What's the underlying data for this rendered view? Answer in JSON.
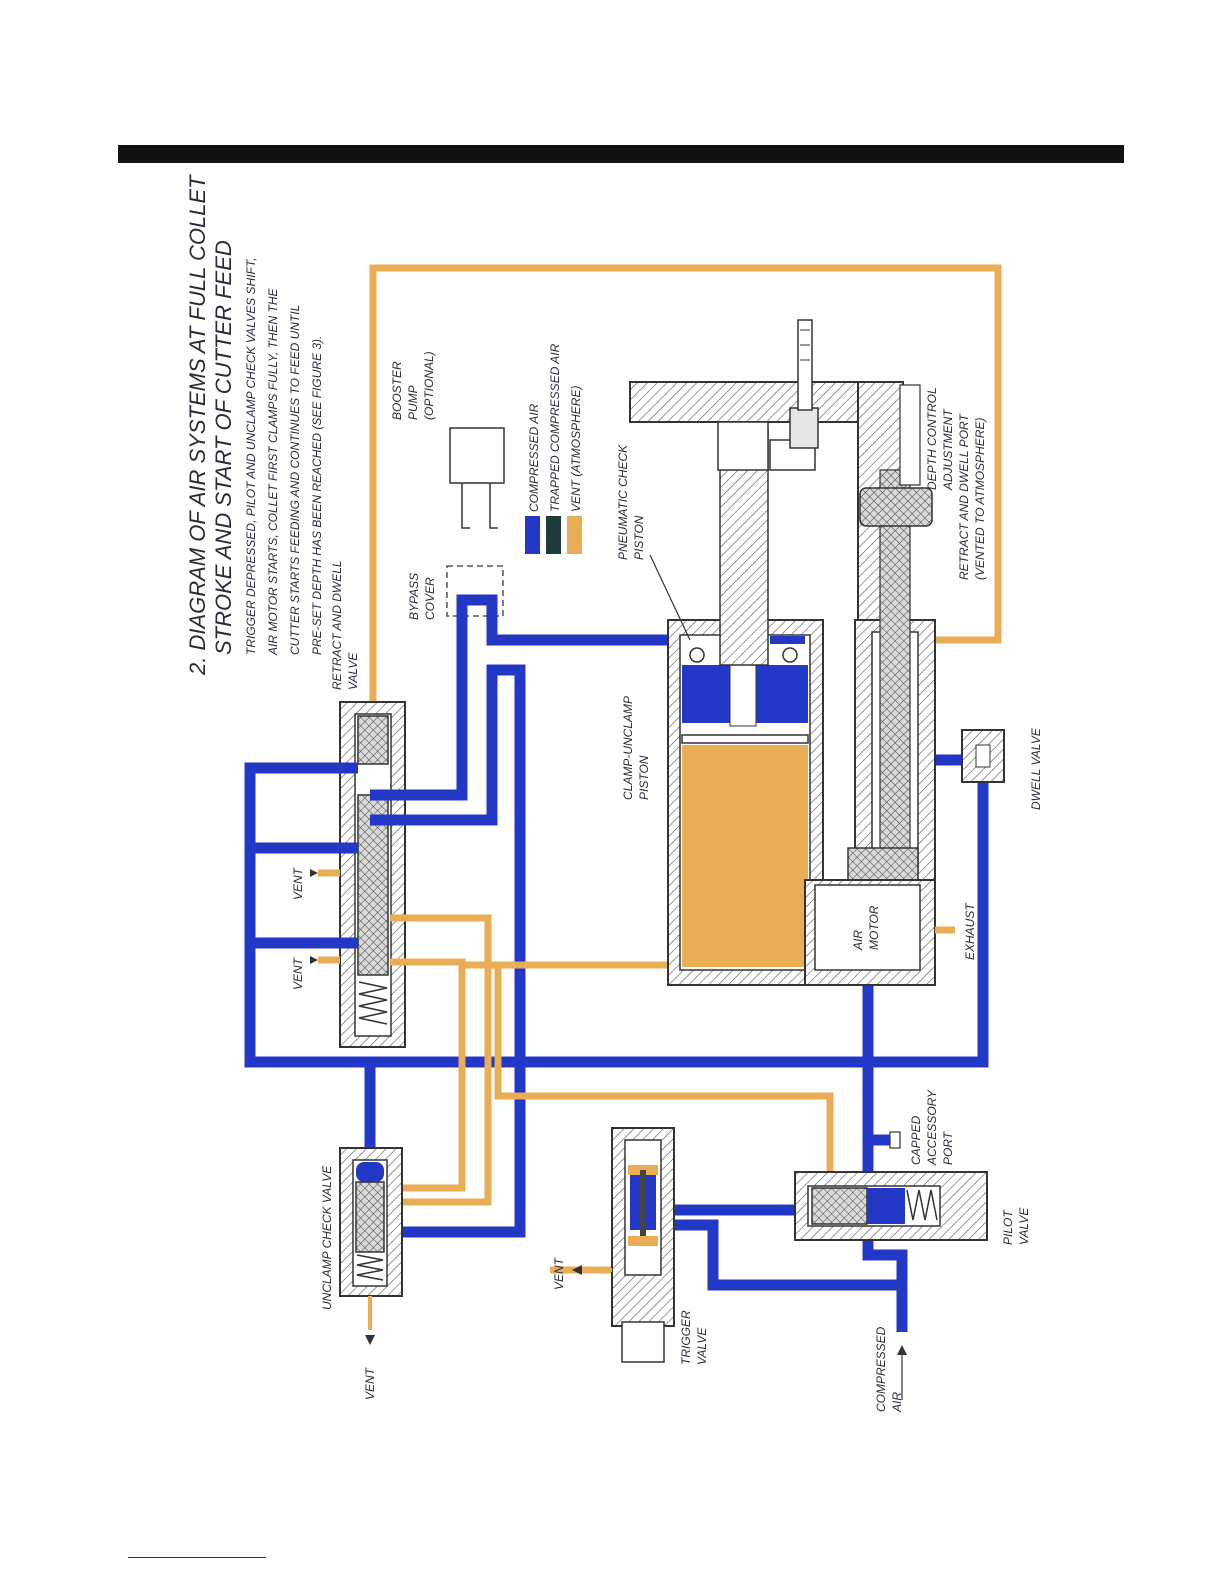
{
  "title": {
    "line1": "2. DIAGRAM OF AIR SYSTEMS AT FULL COLLET",
    "line2": "STROKE AND START OF CUTTER FEED"
  },
  "description": [
    "TRIGGER DEPRESSED, PILOT AND UNCLAMP CHECK VALVES SHIFT,",
    "AIR MOTOR STARTS, COLLET FIRST CLAMPS FULLY, THEN THE",
    "CUTTER STARTS FEEDING AND CONTINUES TO FEED UNTIL",
    "PRE-SET DEPTH HAS BEEN REACHED (SEE FIGURE 3)."
  ],
  "legend": {
    "items": [
      {
        "label": "COMPRESSED AIR",
        "color": "#2438c8"
      },
      {
        "label": "TRAPPED COMPRESSED AIR",
        "color": "#1f3b3a"
      },
      {
        "label": "VENT (ATMOSPHERE)",
        "color": "#e9ad55"
      }
    ]
  },
  "labels": {
    "booster_pump": [
      "BOOSTER",
      "PUMP",
      "(OPTIONAL)"
    ],
    "bypass_cover": [
      "BYPASS",
      "COVER"
    ],
    "retract_dwell_valve": [
      "RETRACT AND DWELL",
      "VALVE"
    ],
    "pneumatic_check_piston": [
      "PNEUMATIC CHECK",
      "PISTON"
    ],
    "clamp_unclamp_piston": [
      "CLAMP-UNCLAMP",
      "PISTON"
    ],
    "air_motor": [
      "AIR",
      "MOTOR"
    ],
    "exhaust": "EXHAUST",
    "dwell_valve": "DWELL VALVE",
    "depth_control": [
      "DEPTH CONTROL",
      "ADJUSTMENT"
    ],
    "retract_dwell_port": [
      "RETRACT AND DWELL PORT",
      "(VENTED TO ATMOSPHERE)"
    ],
    "vent": "VENT",
    "unclamp_check_valve": "UNCLAMP CHECK VALVE",
    "trigger_valve": [
      "TRIGGER",
      "VALVE"
    ],
    "compressed_air": [
      "COMPRESSED",
      "AIR"
    ],
    "capped_accessory_port": [
      "CAPPED",
      "ACCESSORY",
      "PORT"
    ],
    "pilot_valve": [
      "PILOT",
      "VALVE"
    ]
  },
  "colors": {
    "compressed_air": "#2438c8",
    "trapped_air": "#1f3b3a",
    "vent": "#e9ad55",
    "header_bar": "#111111"
  }
}
